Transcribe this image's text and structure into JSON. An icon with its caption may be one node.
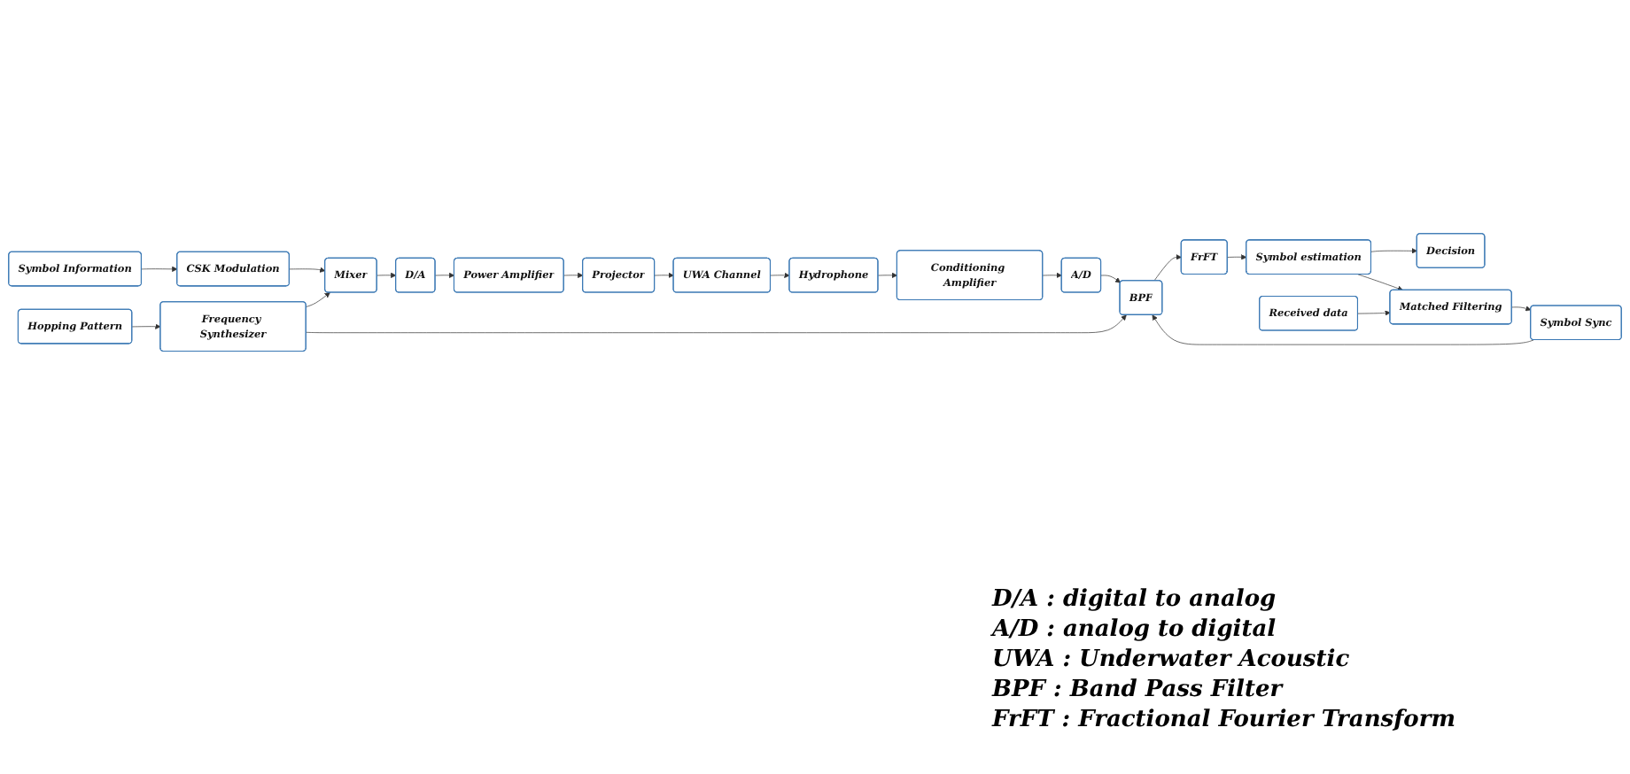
{
  "diagram": {
    "nodes": [
      {
        "text": [
          "Symbol Information"
        ]
      },
      {
        "text": [
          "CSK Modulation"
        ]
      },
      {
        "text": [
          "Mixer"
        ]
      },
      {
        "text": [
          "D/A"
        ]
      },
      {
        "text": [
          "Power Amplifier"
        ]
      },
      {
        "text": [
          "Projector"
        ]
      },
      {
        "text": [
          "UWA Channel"
        ]
      },
      {
        "text": [
          "Hopping Pattern"
        ]
      },
      {
        "text": [
          "Frequency Synthesizer"
        ]
      },
      {
        "text": [
          "Decision"
        ]
      },
      {
        "text": [
          "Symbol estimation"
        ]
      },
      {
        "text": [
          "FrFT"
        ]
      },
      {
        "text": [
          "BPF"
        ]
      },
      {
        "text": [
          "A/D"
        ]
      },
      {
        "text": [
          "Conditioning Amplifier"
        ]
      },
      {
        "text": [
          "Hydrophone"
        ]
      },
      {
        "text": [
          "Matched Filtering"
        ]
      },
      {
        "text": [
          "Symbol Sync"
        ]
      },
      {
        "text": [
          "Received data"
        ]
      }
    ],
    "edges": [
      {
        "from": 0,
        "to": 1,
        "arrow": "to"
      },
      {
        "from": 1,
        "to": 2,
        "arrow": "to"
      },
      {
        "from": 2,
        "to": 3,
        "arrow": "to"
      },
      {
        "from": 3,
        "to": 4,
        "arrow": "to"
      },
      {
        "from": 4,
        "to": 5,
        "arrow": "to"
      },
      {
        "from": 5,
        "to": 6,
        "arrow": "to"
      },
      {
        "from": 6,
        "to": 15,
        "arrow": "to"
      },
      {
        "from": 7,
        "to": 8,
        "arrow": "to"
      },
      {
        "from": 8,
        "to": 2,
        "arrow": "to"
      },
      {
        "from": 8,
        "to": 12,
        "arrow": "to"
      },
      {
        "from": 15,
        "to": 14,
        "arrow": "to"
      },
      {
        "from": 14,
        "to": 13,
        "arrow": "to"
      },
      {
        "from": 13,
        "to": 12,
        "arrow": "to"
      },
      {
        "from": 12,
        "to": 11,
        "arrow": "to"
      },
      {
        "from": 11,
        "to": 10,
        "arrow": "to"
      },
      {
        "from": 10,
        "to": 9,
        "arrow": "to"
      },
      {
        "from": 10,
        "to": 16,
        "arrow": "to"
      },
      {
        "from": 16,
        "to": 17,
        "arrow": "to"
      },
      {
        "from": 17,
        "to": 12,
        "arrow": "to"
      },
      {
        "from": 18,
        "to": 16,
        "arrow": "to"
      }
    ],
    "labels": [
      "D/A : digital to analog",
      "A/D : analog to digital",
      "UWA : Underwater Acoustic",
      "BPF : Band Pass Filter",
      "FrFT : Fractional Fourier Transform"
    ]
  }
}
